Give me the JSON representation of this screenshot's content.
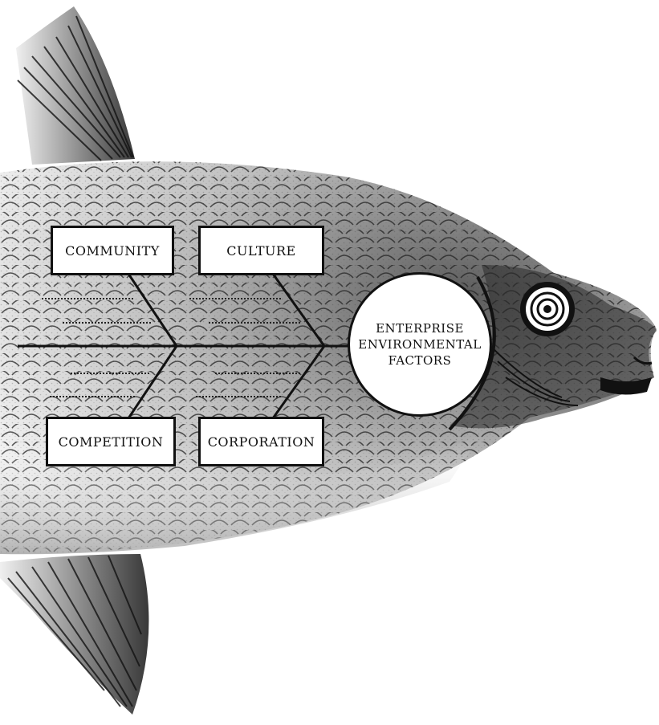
{
  "diagram": {
    "head": {
      "lines": [
        "ENTERPRISE",
        "ENVIRONMENTAL",
        "FACTORS"
      ]
    },
    "categories": {
      "top_left": "COMMUNITY",
      "top_right": "CULTURE",
      "bottom_left": "COMPETITION",
      "bottom_right": "CORPORATION"
    }
  }
}
